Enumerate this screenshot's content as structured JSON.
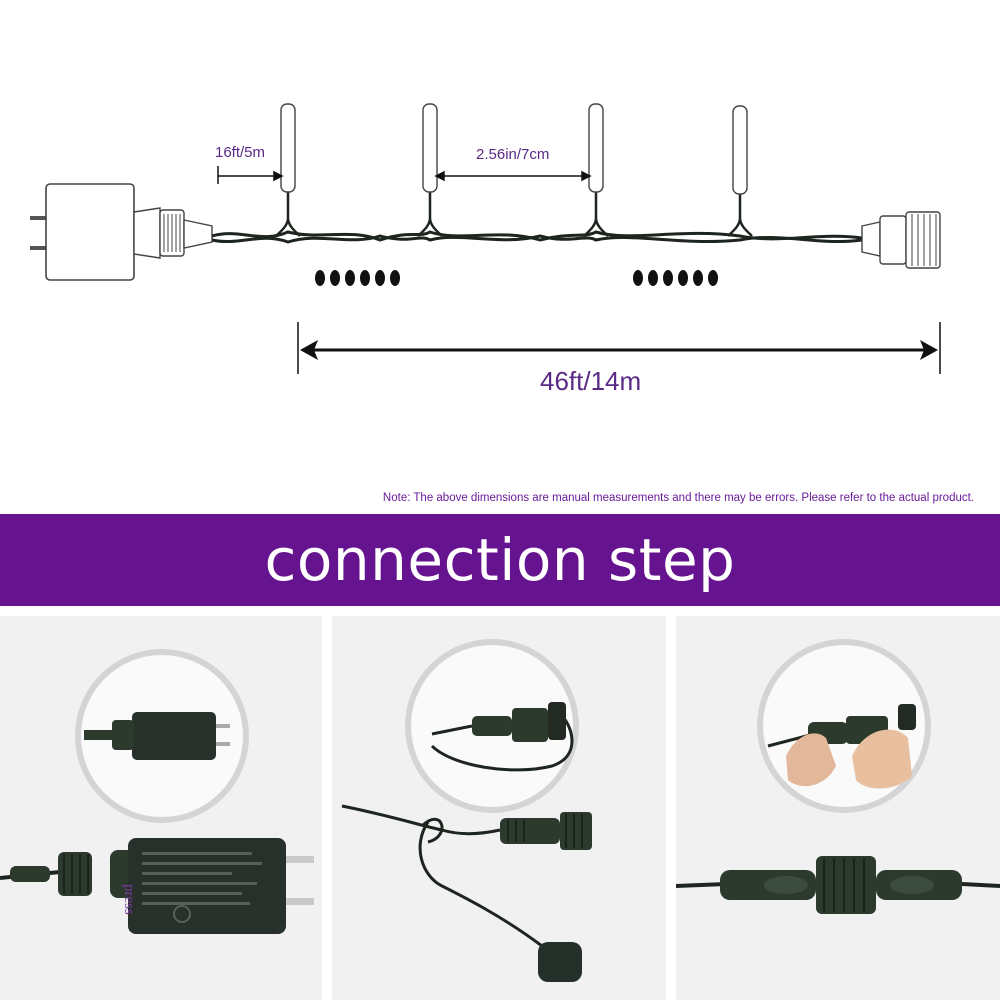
{
  "diagram": {
    "spacing_label": "16ft/5m",
    "pitch_label": "2.56in/7cm",
    "total_length_label": "46ft/14m",
    "note": "Note: The above dimensions are manual measurements and there may be errors. Please refer to the actual product."
  },
  "banner": {
    "title": "connection step"
  },
  "steps": [
    {
      "label": "press"
    },
    {
      "label": ""
    },
    {
      "label": ""
    }
  ],
  "colors": {
    "accent": "#66138f",
    "cable": "#1f2a1f",
    "connector": "#2a3b2c"
  }
}
